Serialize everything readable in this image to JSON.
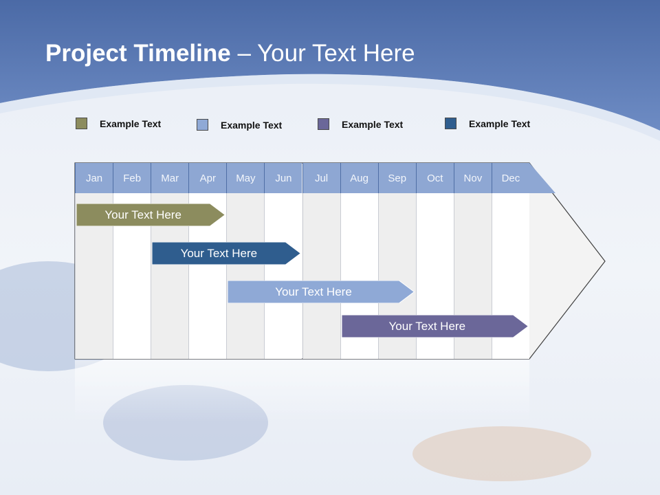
{
  "slide": {
    "title_bold": "Project Timeline",
    "title_rest": " – Your Text Here"
  },
  "legend": [
    {
      "label": "Example Text",
      "color": "#8c8c5e"
    },
    {
      "label": "Example Text",
      "color": "#8fa9d6"
    },
    {
      "label": "Example Text",
      "color": "#6b6799"
    },
    {
      "label": "Example Text",
      "color": "#2f5d8e"
    }
  ],
  "months": [
    "Jan",
    "Feb",
    "Mar",
    "Apr",
    "May",
    "Jun",
    "Jul",
    "Aug",
    "Sep",
    "Oct",
    "Nov",
    "Dec"
  ],
  "tasks": [
    {
      "label": "Your  Text Here",
      "start_month": 1.0,
      "end_month": 4.0,
      "color": "#8c8c5e"
    },
    {
      "label": "Your  Text Here",
      "start_month": 3.0,
      "end_month": 6.0,
      "color": "#2f5d8e"
    },
    {
      "label": "Your  Text Here",
      "start_month": 5.0,
      "end_month": 9.0,
      "color": "#8fa9d6"
    },
    {
      "label": "Your  Text Here",
      "start_month": 8.0,
      "end_month": 12.0,
      "color": "#6b6799"
    }
  ]
}
